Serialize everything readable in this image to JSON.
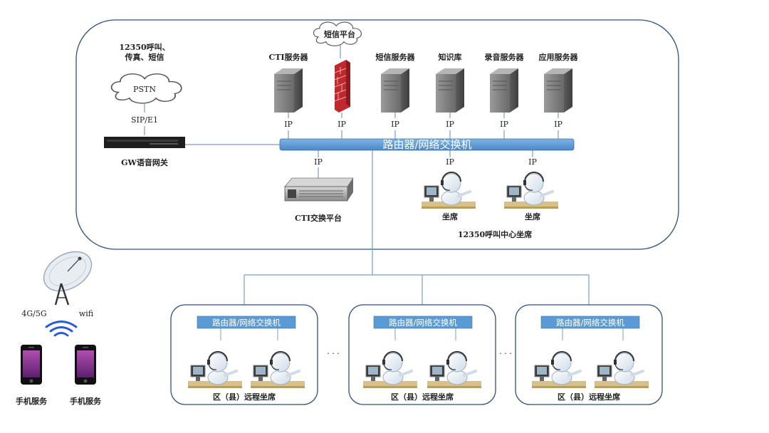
{
  "cloud_sms": "短信平台",
  "cloud_pstn": "PSTN",
  "pstn_caption_1": "12350呼叫、",
  "pstn_caption_2": "传真、短信",
  "sip_label": "SIP/E1",
  "gateway_label": "GW语音网关",
  "servers": [
    {
      "label": "CTI服务器",
      "ip": "IP"
    },
    {
      "label": "",
      "ip": "IP"
    },
    {
      "label": "短信服务器",
      "ip": "IP"
    },
    {
      "label": "知识库",
      "ip": "IP"
    },
    {
      "label": "录音服务器",
      "ip": "IP"
    },
    {
      "label": "应用服务器",
      "ip": "IP"
    }
  ],
  "main_switch_label": "路由器/网络交换机",
  "cti_switch_ip": "IP",
  "cti_switch_label": "CTI交换平台",
  "center_agents": [
    {
      "ip": "IP",
      "label": "坐席"
    },
    {
      "ip": "IP",
      "label": "坐席"
    }
  ],
  "center_caption": "12350呼叫中心坐席",
  "remote_groups": [
    {
      "switch_label": "路由器/网络交换机",
      "caption": "区（县）远程坐席"
    },
    {
      "switch_label": "路由器/网络交换机",
      "caption": "区（县）远程坐席"
    },
    {
      "switch_label": "路由器/网络交换机",
      "caption": "区（县）远程坐席"
    }
  ],
  "ellipsis": "· · ·",
  "mobile_4g": "4G/5G",
  "mobile_wifi": "wifi",
  "phones": [
    {
      "label": "手机服务"
    },
    {
      "label": "手机服务"
    }
  ],
  "colors": {
    "switch_bar": "#5b9bd5",
    "switch_bar_dark": "#41719c",
    "outline": "#2f4f7f",
    "connector": "#7a9cc6",
    "firewall": "#c0282d",
    "server": "#7c7c7c",
    "wifi": "#2a5bd7"
  }
}
